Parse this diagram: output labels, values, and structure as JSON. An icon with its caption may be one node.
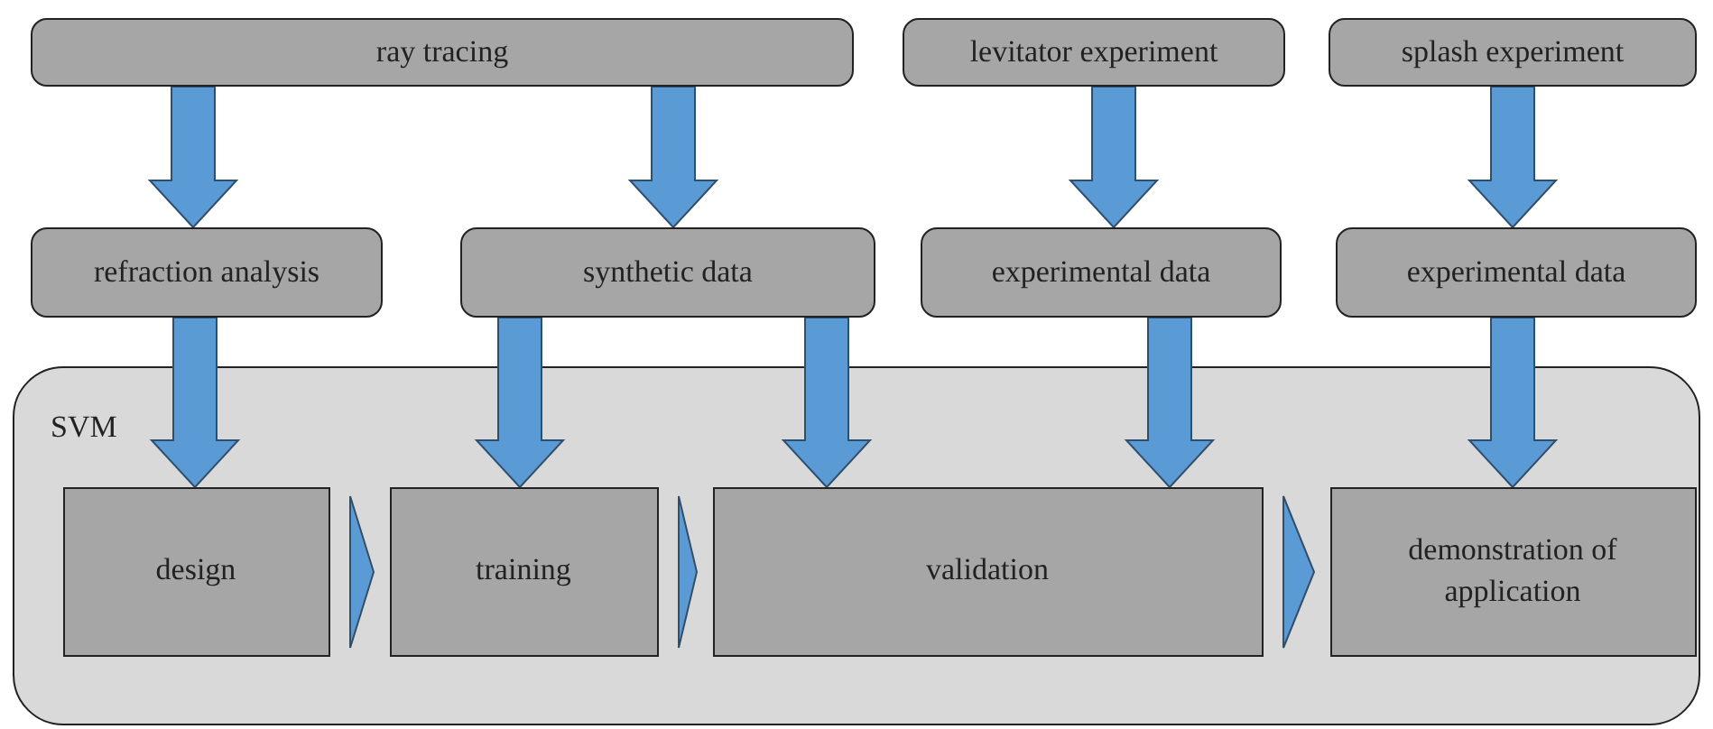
{
  "diagram": {
    "nodes": [
      {
        "text": [
          "ray tracing"
        ]
      },
      {
        "text": [
          "levitator experiment"
        ]
      },
      {
        "text": [
          "splash experiment"
        ]
      },
      {
        "text": [
          "refraction analysis"
        ]
      },
      {
        "text": [
          "synthetic data"
        ]
      },
      {
        "text": [
          "experimental data"
        ]
      },
      {
        "text": [
          "experimental data"
        ]
      },
      {
        "text": [
          "SVM"
        ]
      },
      {
        "text": [
          "design"
        ],
        "in": 7
      },
      {
        "text": [
          "training"
        ],
        "in": 7
      },
      {
        "text": [
          "validation"
        ],
        "in": 7
      },
      {
        "text": [
          "demonstration of application"
        ],
        "in": 7
      }
    ],
    "edges": [
      {
        "from": 0,
        "to": 3,
        "arrow": "to"
      },
      {
        "from": 0,
        "to": 4,
        "arrow": "to"
      },
      {
        "from": 1,
        "to": 5,
        "arrow": "to"
      },
      {
        "from": 2,
        "to": 6,
        "arrow": "to"
      },
      {
        "from": 3,
        "to": 8,
        "arrow": "to"
      },
      {
        "from": 4,
        "to": 9,
        "arrow": "to"
      },
      {
        "from": 4,
        "to": 10,
        "arrow": "to"
      },
      {
        "from": 5,
        "to": 10,
        "arrow": "to"
      },
      {
        "from": 6,
        "to": 11,
        "arrow": "to"
      },
      {
        "from": 8,
        "to": 9,
        "arrow": "to"
      },
      {
        "from": 9,
        "to": 10,
        "arrow": "to"
      },
      {
        "from": 10,
        "to": 11,
        "arrow": "to"
      }
    ]
  }
}
